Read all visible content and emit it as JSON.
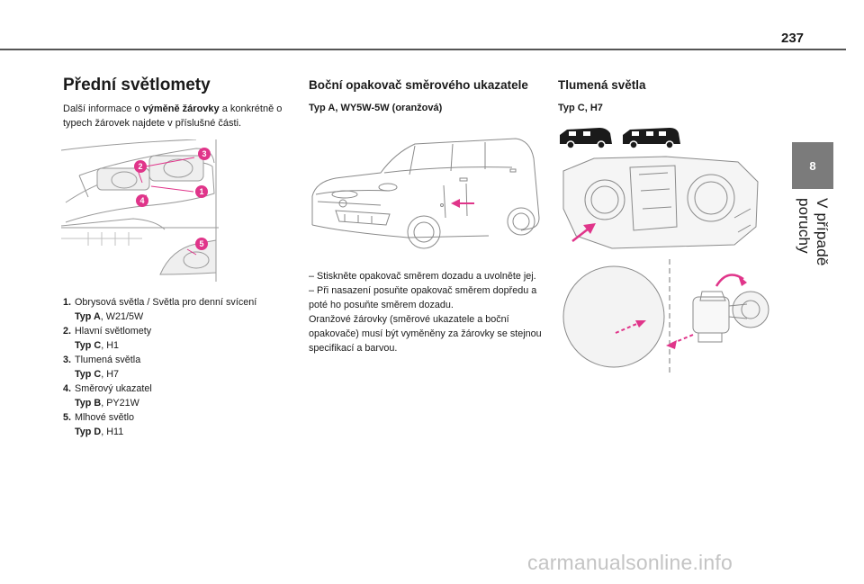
{
  "page_number": "237",
  "chapter": {
    "number": "8",
    "title": "V případě poruchy"
  },
  "col1": {
    "title": "Přední světlomety",
    "intro_a": "Další informace o ",
    "intro_bold": "výměně žárovky",
    "intro_b": " a konkrétně o typech žárovek najdete v příslušné části.",
    "items": [
      {
        "num": "1.",
        "label": "Obrysová světla / Světla pro denní svícení",
        "type_label": "Typ A",
        "bulb": ", W21/5W"
      },
      {
        "num": "2.",
        "label": "Hlavní světlomety",
        "type_label": "Typ C",
        "bulb": ", H1"
      },
      {
        "num": "3.",
        "label": "Tlumená světla",
        "type_label": "Typ C",
        "bulb": ", H7"
      },
      {
        "num": "4.",
        "label": "Směrový ukazatel",
        "type_label": "Typ B",
        "bulb": ", PY21W"
      },
      {
        "num": "5.",
        "label": "Mlhové světlo",
        "type_label": "Typ D",
        "bulb": ", H11"
      }
    ],
    "callouts": [
      "1",
      "2",
      "3",
      "4",
      "5"
    ]
  },
  "col2": {
    "title": "Boční opakovač směrového ukazatele",
    "subtitle": "Typ A, WY5W-5W (oranžová)",
    "steps": [
      "–  Stiskněte opakovač směrem dozadu a uvolněte jej.",
      "–  Při nasazení posuňte opakovač směrem dopředu a poté ho posuňte směrem dozadu.",
      "Oranžové žárovky (směrové ukazatele a boční opakovače) musí být vyměněny za žárovky se stejnou specifikací a barvou."
    ]
  },
  "col3": {
    "title": "Tlumená světla",
    "subtitle": "Typ C, H7"
  },
  "colors": {
    "accent": "#e0358a",
    "tab": "#7b7b7b",
    "rule": "#555555"
  },
  "watermark": "carmanualsonline.info"
}
